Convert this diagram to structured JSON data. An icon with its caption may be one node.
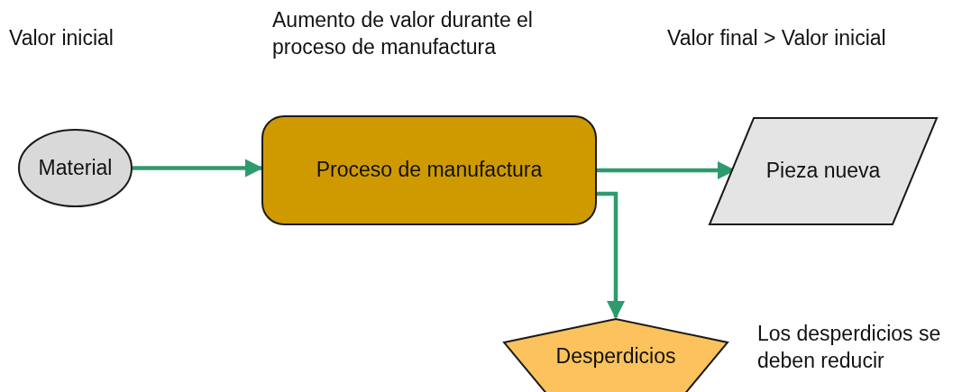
{
  "diagram": {
    "nodes": [
      {
        "text": [
          "Material"
        ]
      },
      {
        "text": [
          "Proceso de manufactura"
        ]
      },
      {
        "text": [
          "Pieza nueva"
        ]
      },
      {
        "text": [
          "Desperdicios"
        ],
        "beside": [
          "Los desperdicios se deben reducir"
        ]
      }
    ],
    "edges": [
      {
        "from": 0,
        "to": 1,
        "arrow": "to"
      },
      {
        "from": 1,
        "to": 2,
        "arrow": "to"
      },
      {
        "from": 1,
        "to": 3,
        "arrow": "to"
      }
    ],
    "labels": [
      "Valor inicial",
      "Aumento de valor durante el proceso de manufactura",
      "Valor final > Valor inicial"
    ]
  }
}
